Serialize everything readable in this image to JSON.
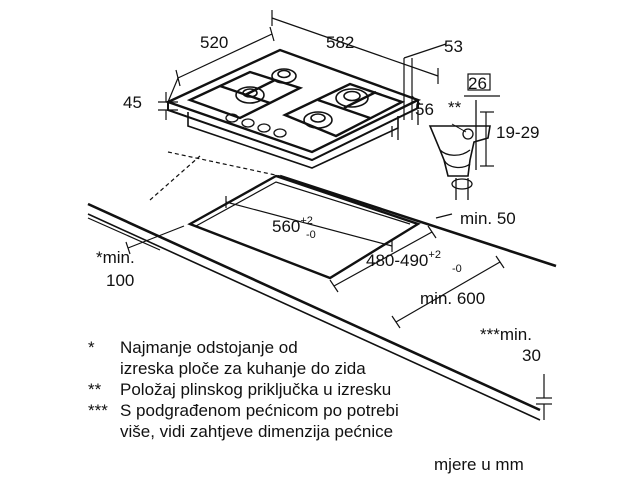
{
  "dimensions": {
    "hob_depth": "520",
    "hob_width": "582",
    "hob_height": "45",
    "rear_offset": "53",
    "side_offset": "56",
    "connector_width": "26",
    "connector_marker": "**",
    "connector_height": "19-29",
    "cutout_width": "560",
    "cutout_width_tol_plus": "+2",
    "cutout_width_tol_minus": "-0",
    "cutout_depth": "480-490",
    "cutout_depth_tol_plus": "+2",
    "cutout_depth_tol_minus": "-0",
    "min_50": "min. 50",
    "min_wall_marker": "*min.",
    "min_wall_value": "100",
    "min_600": "min. 600",
    "min_oven_marker": "***min.",
    "min_oven_value": "30"
  },
  "notes": [
    {
      "marker": "*",
      "lines": [
        "Najmanje odstojanje od",
        "izreska ploče za kuhanje do zida"
      ]
    },
    {
      "marker": "**",
      "lines": [
        "Položaj plinskog priključka u izresku"
      ]
    },
    {
      "marker": "***",
      "lines": [
        "S podgrađenom pećnicom po potrebi",
        "više, vidi zahtjeve dimenzija pećnice"
      ]
    }
  ],
  "units": "mjere u mm"
}
